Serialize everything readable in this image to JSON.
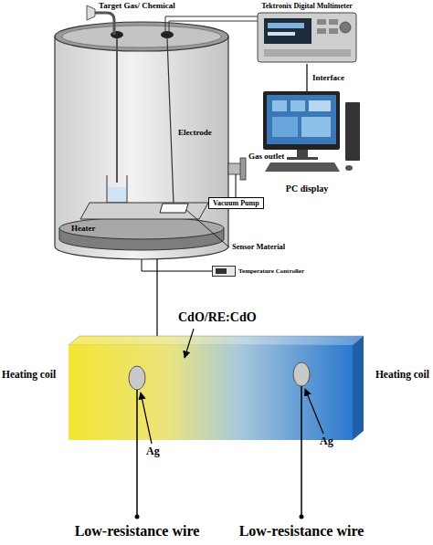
{
  "diagram": {
    "nodes": [
      {
        "text": [
          "Tektronix Digital Multimeter"
        ]
      },
      {
        "text": [
          "PC display"
        ]
      },
      {
        "text": [
          "Vacuum Pump"
        ]
      },
      {
        "text": [
          "Temperature Controller"
        ]
      },
      {
        "text": [
          "CdO/RE:CdO"
        ]
      }
    ],
    "edges": [
      {
        "from": 0,
        "to": 1,
        "label": "Interface",
        "arrow": "none"
      }
    ],
    "labels": [
      "Target Gas/ Chemical",
      "Electrode",
      "Gas outlet",
      "Heater",
      "Sensor Material",
      "Heating coil",
      "Heating coil",
      "Ag",
      "Ag",
      "Low-resistance wire",
      "Low-resistance wire"
    ]
  }
}
